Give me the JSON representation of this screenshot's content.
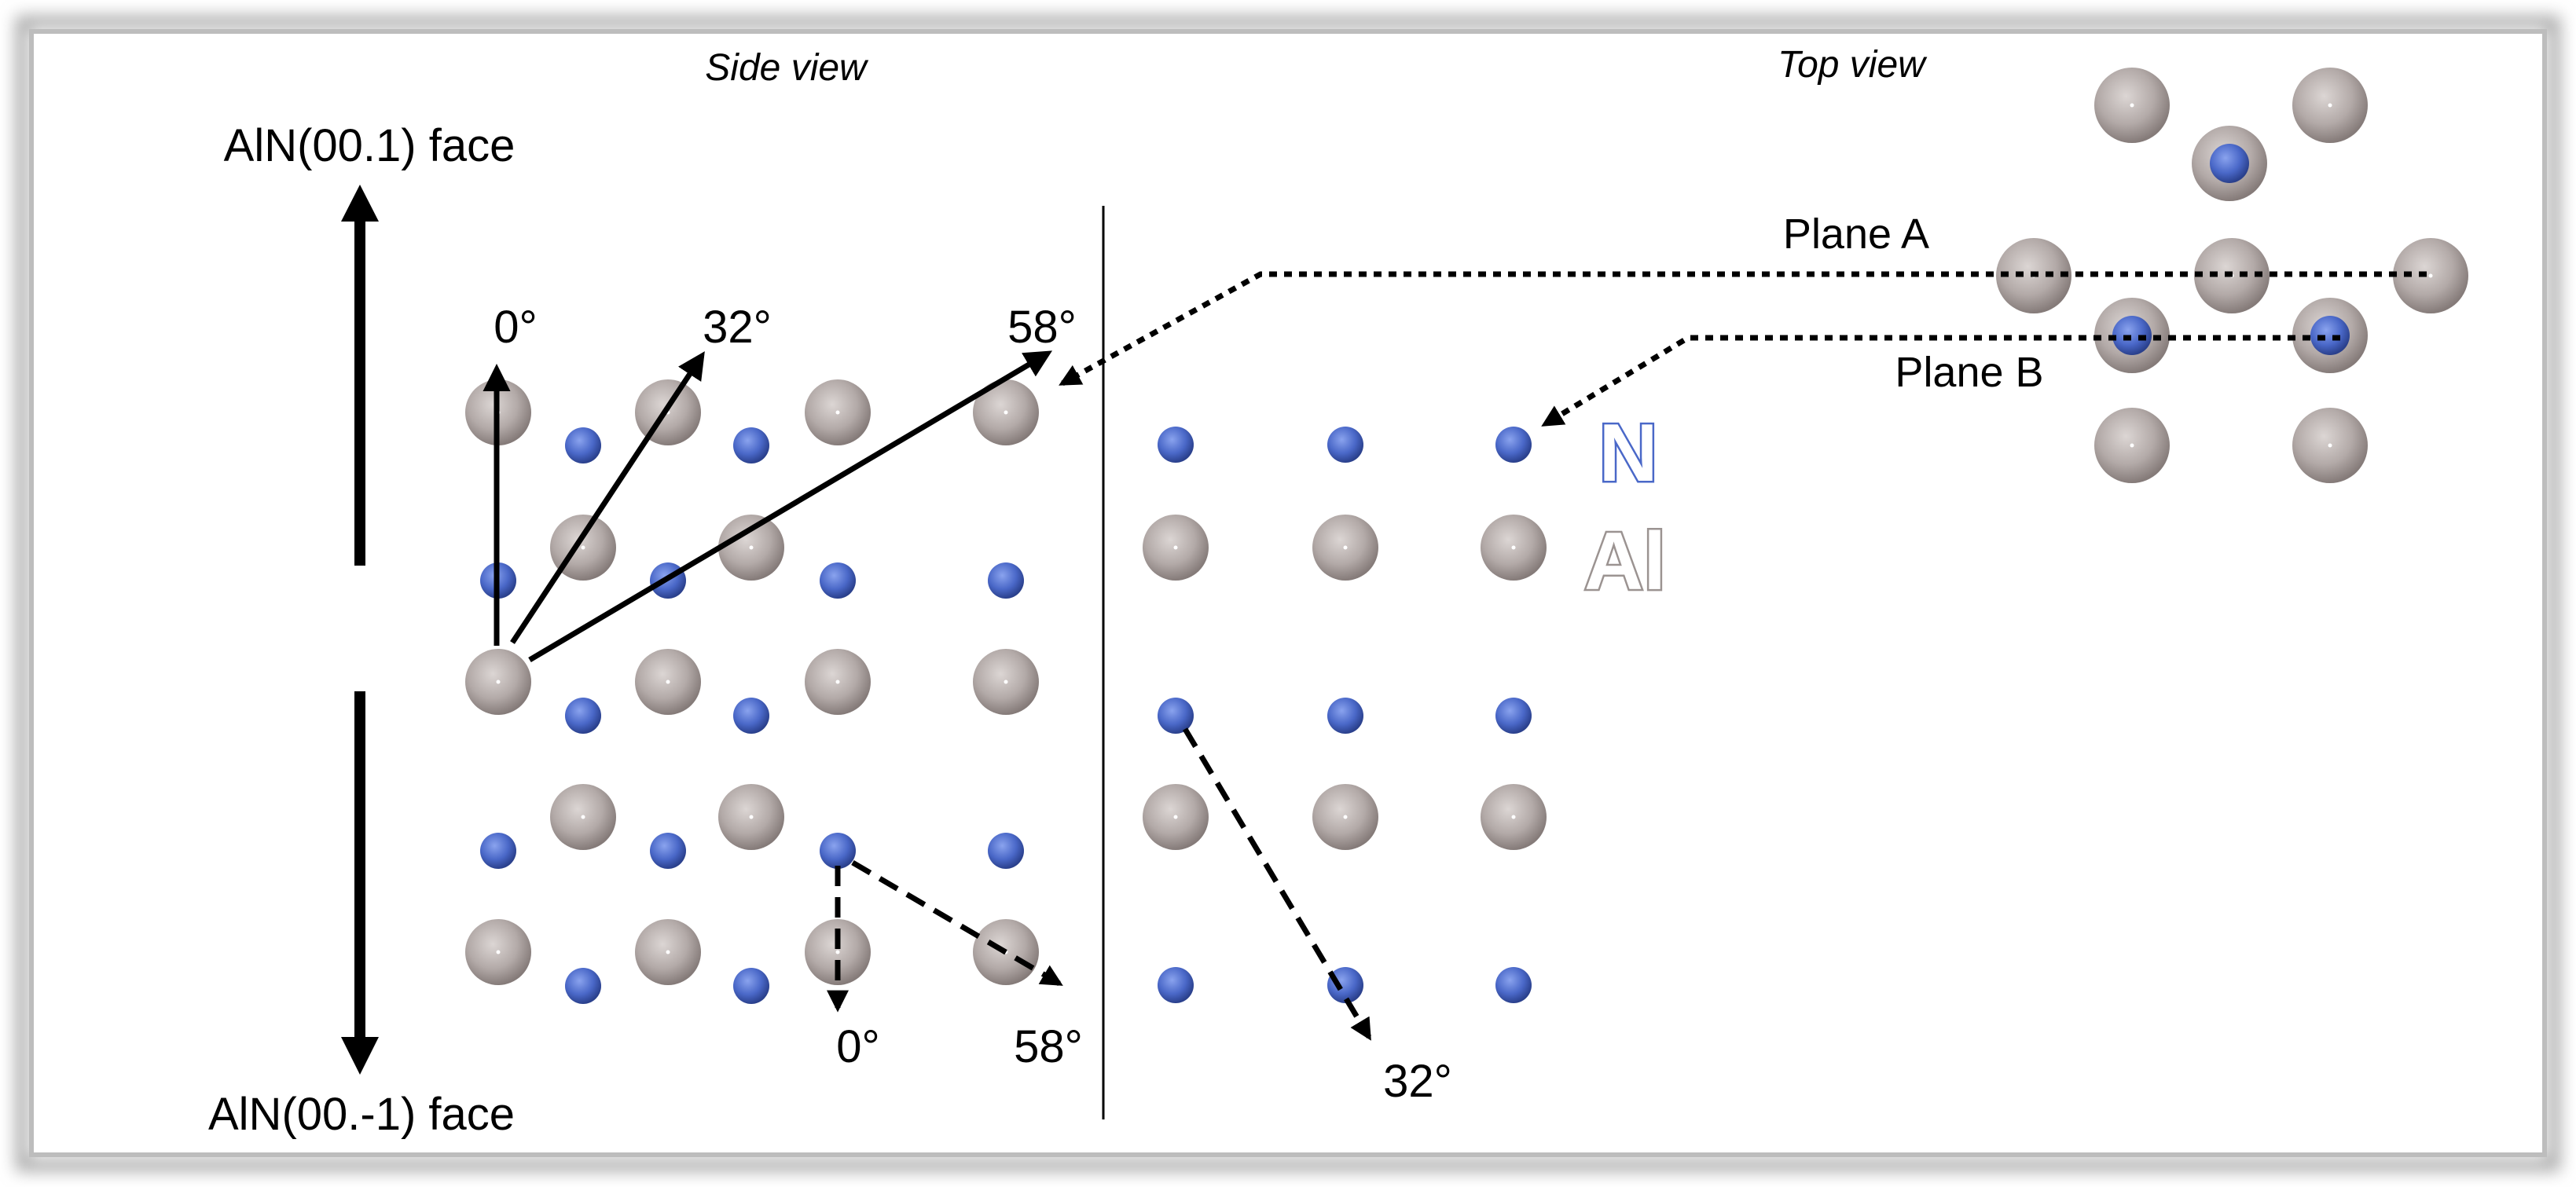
{
  "labels": {
    "side_view": "Side view",
    "top_view": "Top view",
    "face_top": "AlN(00.1) face",
    "face_bottom": "AlN(00.-1) face",
    "plane_a": "Plane A",
    "plane_b": "Plane B",
    "angle_up_0": "0°",
    "angle_up_32": "32°",
    "angle_up_58": "58°",
    "angle_down_0": "0°",
    "angle_down_58": "58°",
    "angle_down_32": "32°"
  },
  "legend": {
    "n_label": "N",
    "al_label": "Al"
  },
  "colors": {
    "nitrogen": "#4a68c8",
    "aluminium": "#b7adab",
    "frame_border": "#9a9a9a",
    "arrow": "#000000"
  }
}
